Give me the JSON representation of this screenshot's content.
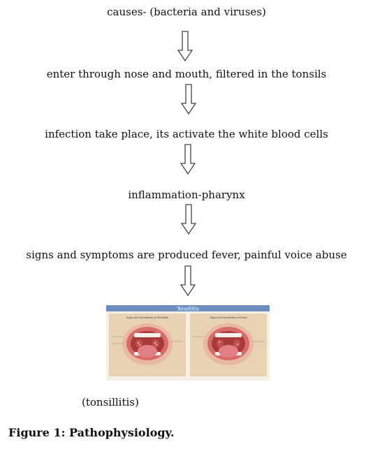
{
  "diagram": {
    "steps": [
      "causes- (bacteria and viruses)",
      "enter through nose and mouth, filtered in the tonsils",
      "infection take place, its activate the white blood cells",
      "inflammation-pharynx",
      "signs and symptoms are produced fever, painful voice abuse"
    ],
    "illustration": {
      "banner_title": "Tonsillitis",
      "left_panel_heading": "Signs and Symptoms of Tonsillitis",
      "right_panel_heading": "Signs and Symptoms of Strep"
    },
    "result_caption": "(tonsillitis)"
  },
  "figure_caption": "Figure 1: Pathophysiology.",
  "colors": {
    "arrow_stroke": "#444444",
    "banner": "#6a8fbf",
    "panel_background": "#e9d2b4",
    "mouth_interior": "#a83a3a",
    "tongue": "#e07f86",
    "lips": "#d86a6a"
  }
}
